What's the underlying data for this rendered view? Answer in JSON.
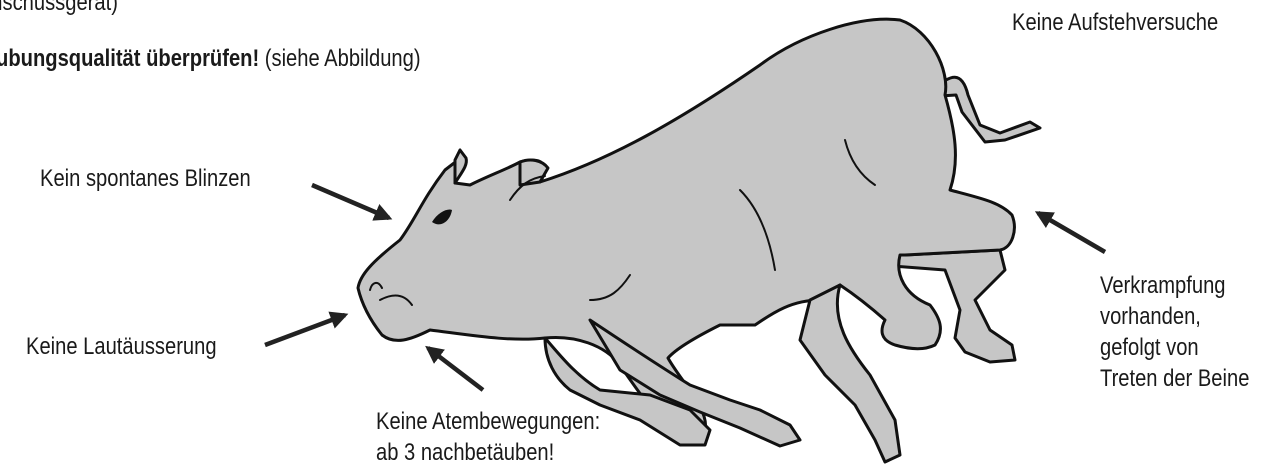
{
  "heading": {
    "line1": "zenschussgerät)",
    "line2_bold": "ubungsqualität überprüfen!",
    "line2_rest": " (siehe Abbildung)"
  },
  "labels": {
    "blinzen": "Kein spontanes Blinzen",
    "laut": "Keine Lautäusserung",
    "atem": [
      "Keine Atembewegungen:",
      "ab 3 nachbetäuben!"
    ],
    "aufstehen": "Keine Aufstehversuche",
    "krampf": [
      "Verkrampfung",
      "vorhanden,",
      "gefolgt von",
      "Treten der Beine"
    ]
  },
  "colors": {
    "cow_fill": "#c6c6c6",
    "outline": "#111111",
    "arrow": "#222222"
  },
  "icons": [
    "cow-illustration",
    "arrow-icon"
  ]
}
